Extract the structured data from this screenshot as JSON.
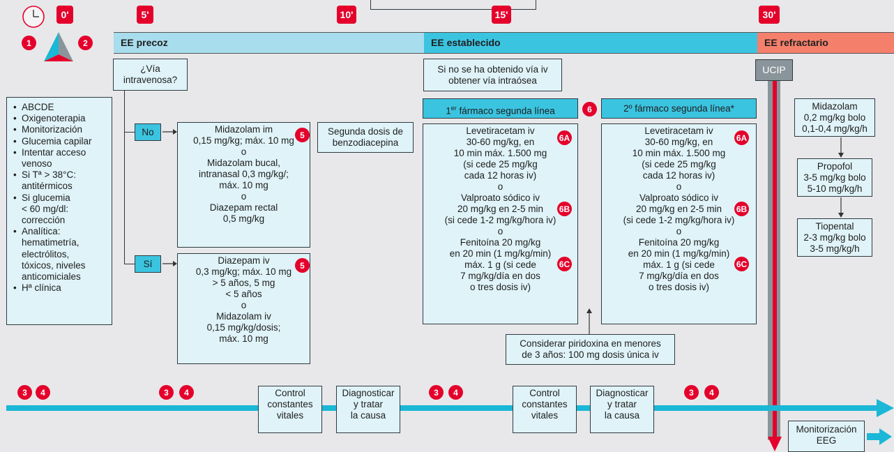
{
  "times": [
    "0'",
    "5'",
    "10'",
    "15'",
    "30'"
  ],
  "legend": {
    "n1": "1",
    "n2": "2"
  },
  "phases": {
    "early": "EE precoz",
    "established": "EE establecido",
    "refractory": "EE refractario"
  },
  "iv_question": [
    "¿Vía",
    "intravenosa?"
  ],
  "no_label": "No",
  "si_label": "Sí",
  "initial_measures": [
    "ABCDE",
    "Oxigenoterapia",
    "Monitorización",
    "Glucemia capilar",
    "Intentar acceso venoso",
    "Si Tª > 38°C: antitérmicos",
    "Si glucemia < 60 mg/dl: corrección",
    "Analítica: hematimetría, electrólitos, tóxicos, niveles anticomiciales",
    "Hª clínica"
  ],
  "initial_lines": [
    [
      "ABCDE"
    ],
    [
      "Oxigenoterapia"
    ],
    [
      "Monitorización"
    ],
    [
      "Glucemia capilar"
    ],
    [
      "Intentar acceso",
      "venoso"
    ],
    [
      "Si Tª > 38°C:",
      "antitérmicos"
    ],
    [
      "Si glucemia",
      "< 60 mg/dl:",
      "corrección"
    ],
    [
      "Analítica:",
      "hematimetría,",
      "electrólitos,",
      "tóxicos, niveles",
      "anticomiciales"
    ],
    [
      "Hª clínica"
    ]
  ],
  "no_iv_box": [
    "Midazolam im",
    "0,15 mg/kg; máx. 10 mg",
    "o",
    "Midazolam bucal,",
    "intranasal 0,3 mg/kg/;",
    "máx. 10 mg",
    "o",
    "Diazepam rectal",
    "0,5 mg/kg"
  ],
  "iv_box": [
    "Diazepam iv",
    "0,3 mg/kg; máx. 10 mg",
    "> 5 años, 5 mg",
    "< 5 años",
    "o",
    "Midazolam iv",
    "0,15 mg/kg/dosis;",
    "máx. 10 mg"
  ],
  "badge5": "5",
  "second_dose": [
    "Segunda dosis de",
    "benzodiacepina"
  ],
  "io_access": [
    "Si no se ha obtenido vía iv",
    "obtener vía intraósea"
  ],
  "ucip": "UCIP",
  "first_second_line_main": "1",
  "first_second_line_sup": "er",
  "first_second_line_rest": " fármaco segunda línea",
  "badge6": "6",
  "second_second_line": "2º fármaco segunda línea*",
  "drugs": [
    "Levetiracetam iv",
    "30-60 mg/kg, en",
    "10 min máx. 1.500 mg",
    "(si cede 25 mg/kg",
    "cada 12 horas iv)",
    "o",
    "Valproato sódico iv",
    "20 mg/kg en 2-5 min",
    "(si cede 1-2 mg/kg/hora iv)",
    "o",
    "Fenitoína 20 mg/kg",
    "en 20 min (1 mg/kg/min)",
    "máx. 1 g (si cede",
    "7 mg/kg/día en dos",
    "o tres dosis iv)"
  ],
  "badges6": {
    "a": "6A",
    "b": "6B",
    "c": "6C"
  },
  "pyridoxine": [
    "Considerar piridoxina en menores",
    "de 3 años: 100 mg dosis única iv"
  ],
  "refractory": {
    "midazolam": [
      "Midazolam",
      "0,2 mg/kg bolo",
      "0,1-0,4 mg/kg/h"
    ],
    "propofol": [
      "Propofol",
      "3-5 mg/kg bolo",
      "5-10 mg/kg/h"
    ],
    "tiopental": [
      "Tiopental",
      "2-3 mg/kg bolo",
      "3-5 mg/kg/h"
    ]
  },
  "timeline_badges": [
    "3",
    "4"
  ],
  "vitals": [
    "Control",
    "constantes",
    "vitales"
  ],
  "diagnose": [
    "Diagnosticar",
    "y tratar",
    "la causa"
  ],
  "eeg": [
    "Monitorización",
    "EEG"
  ],
  "colors": {
    "red": "#e4002b",
    "cyan": "#1bb7d6",
    "early_band": "#a8dded",
    "est_band": "#3bc4e0",
    "refr_band": "#f4806c",
    "box": "#dff3f8"
  }
}
